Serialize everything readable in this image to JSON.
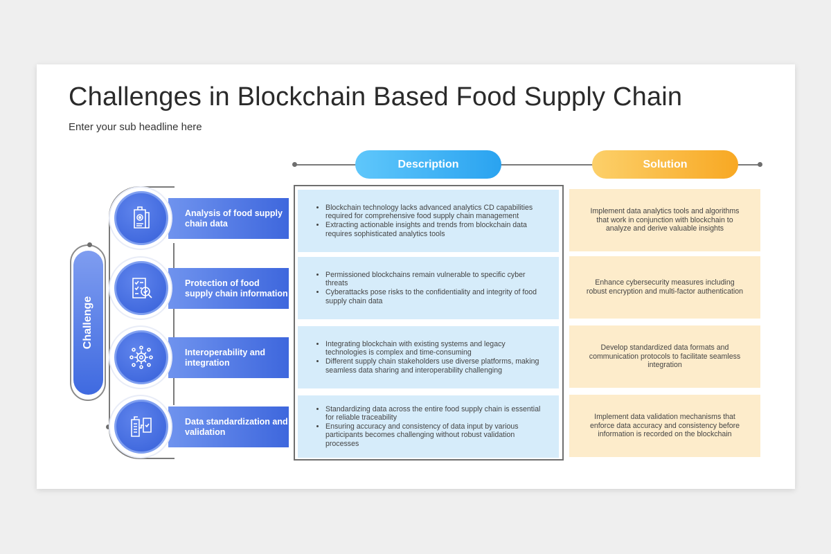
{
  "slide": {
    "title": "Challenges in Blockchain Based Food Supply Chain",
    "subtitle": "Enter your sub headline here"
  },
  "headers": {
    "description": "Description",
    "solution": "Solution"
  },
  "challenge_label": "Challenge",
  "rows": [
    {
      "icon": "document-seal-icon",
      "label": "Analysis of food supply chain data",
      "description": [
        "Blockchain technology lacks advanced analytics CD capabilities required for comprehensive food supply chain management",
        "Extracting actionable insights and trends from blockchain data requires sophisticated analytics tools"
      ],
      "solution": "Implement data analytics tools and algorithms that work in conjunction with blockchain to analyze and derive valuable insights"
    },
    {
      "icon": "checklist-search-icon",
      "label": "Protection of food supply chain information",
      "description": [
        "Permissioned blockchains remain vulnerable to specific cyber threats",
        "Cyberattacks pose risks to the confidentiality and integrity of food supply chain data"
      ],
      "solution": "Enhance cybersecurity measures including robust encryption and multi-factor authentication"
    },
    {
      "icon": "network-gear-icon",
      "label": "Interoperability and integration",
      "description": [
        "Integrating blockchain with existing systems and legacy technologies is complex and time-consuming",
        "Different supply chain stakeholders use diverse platforms, making seamless data sharing and interoperability challenging"
      ],
      "solution": "Develop standardized data formats and communication protocols to facilitate seamless integration"
    },
    {
      "icon": "document-transfer-icon",
      "label": "Data standardization and validation",
      "description": [
        "Standardizing data across the entire food supply chain is essential for reliable traceability",
        "Ensuring accuracy and consistency of data input by various participants becomes challenging without robust validation processes"
      ],
      "solution": "Implement data validation mechanisms that enforce data accuracy and consistency before information is recorded on the blockchain"
    }
  ],
  "colors": {
    "description_accent": "#2aa3f0",
    "solution_accent": "#f8a823",
    "challenge_blue": "#3e67dd",
    "description_fill": "#d6ecfa",
    "solution_fill": "#fdeccb"
  }
}
